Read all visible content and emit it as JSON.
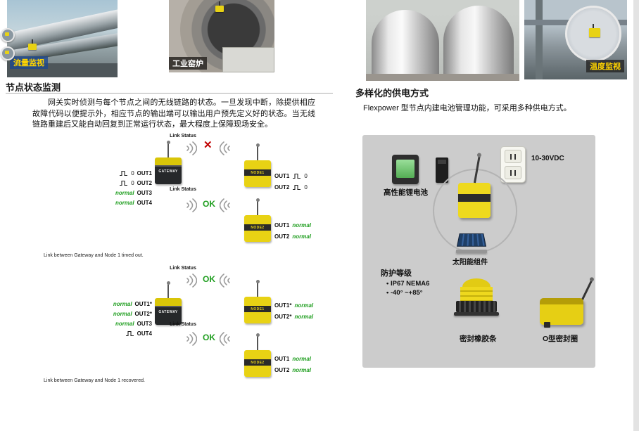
{
  "photos": {
    "flow": {
      "caption": "流量监视"
    },
    "furnace": {
      "caption": "工业窑炉"
    },
    "temperature": {
      "caption": "温度监视"
    }
  },
  "node_status": {
    "heading": "节点状态监测",
    "paragraph": "网关实时侦测与每个节点之间的无线链路的状态。一旦发现中断，除提供相应故障代码以便提示外，相应节点的输出端可以输出用户预先定义好的状态。当无线链路重建后又能自动回复到正常运行状态，最大程度上保障现场安全。",
    "link_status": "Link Status",
    "ok": "OK",
    "x_mark": "✕",
    "gateway": "GATEWAY",
    "node1": "NODE1",
    "node2": "NODE2",
    "d1": {
      "gateway_outputs": [
        {
          "state": "0",
          "label": "OUT1"
        },
        {
          "state": "0",
          "label": "OUT2"
        },
        {
          "state": "normal",
          "label": "OUT3"
        },
        {
          "state": "normal",
          "label": "OUT4"
        }
      ],
      "node1_outputs": [
        {
          "label": "OUT1",
          "state": "0"
        },
        {
          "label": "OUT2",
          "state": "0"
        }
      ],
      "node2_outputs": [
        {
          "label": "OUT1",
          "state": "normal"
        },
        {
          "label": "OUT2",
          "state": "normal"
        }
      ],
      "caption": "Link between Gateway and Node 1 timed out."
    },
    "d2": {
      "gateway_outputs": [
        {
          "state": "normal",
          "label": "OUT1*"
        },
        {
          "state": "normal",
          "label": "OUT2*"
        },
        {
          "state": "normal",
          "label": "OUT3"
        },
        {
          "state": "",
          "label": "OUT4"
        }
      ],
      "node1_outputs": [
        {
          "label": "OUT1*",
          "state": "normal"
        },
        {
          "label": "OUT2*",
          "state": "normal"
        }
      ],
      "node2_outputs": [
        {
          "label": "OUT1",
          "state": "normal"
        },
        {
          "label": "OUT2",
          "state": "normal"
        }
      ],
      "caption": "Link between Gateway and Node 1 recovered."
    }
  },
  "power": {
    "heading": "多样化的供电方式",
    "paragraph": "Flexpower 型节点内建电池管理功能，可采用多种供电方式。",
    "vdc_label": "10-30VDC",
    "battery_label": "高性能锂电池",
    "solar_label": "太阳能组件",
    "protection_heading": "防护等级",
    "protection_items": [
      "IP67 NEMA6",
      "-40° ~+85°"
    ],
    "seal_label": "密封橡胶条",
    "oring_label": "O型密封圈"
  },
  "colors": {
    "normal_green": "#1f9e1f",
    "alarm_red": "#c00000",
    "device_yellow": "#e8d214"
  }
}
